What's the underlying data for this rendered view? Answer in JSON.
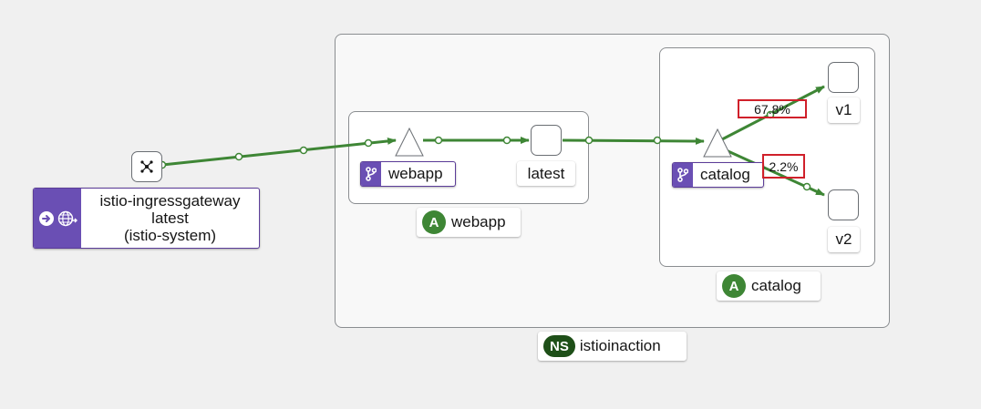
{
  "graph": {
    "namespace": {
      "badge": "NS",
      "name": "istioinaction"
    },
    "ingress": {
      "line1": "istio-ingressgateway",
      "line2": "latest",
      "line3": "(istio-system)"
    },
    "webapp_app": {
      "badge": "A",
      "name": "webapp",
      "service_label": "webapp",
      "workload_label": "latest"
    },
    "catalog_app": {
      "badge": "A",
      "name": "catalog",
      "service_label": "catalog",
      "workload_v1_label": "v1",
      "workload_v2_label": "v2"
    },
    "traffic": {
      "to_v1": "67.8%",
      "to_v2": "2.2%"
    },
    "colors": {
      "edge": "#3e8635",
      "service": "#6a4fb4",
      "app_badge": "#3e8635",
      "ns_badge": "#1e4f18",
      "highlight": "#d0202a"
    }
  }
}
